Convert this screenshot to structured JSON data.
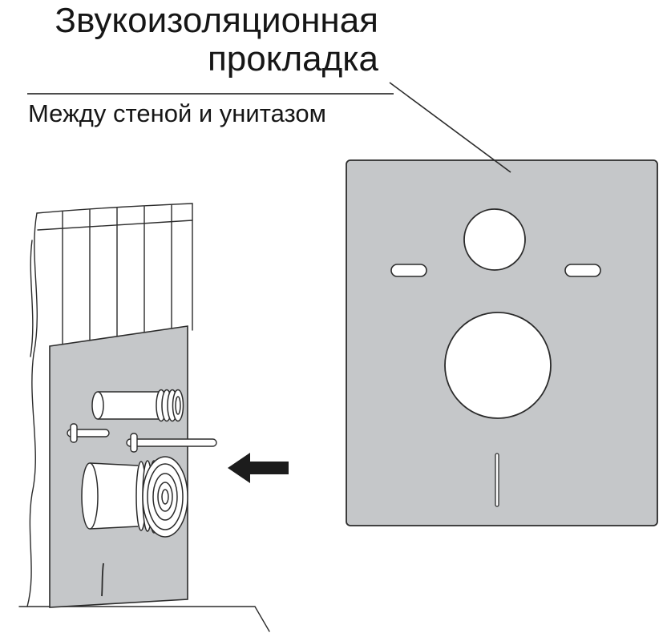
{
  "header": {
    "title_line1": "Звукоизоляционная",
    "title_line2": "прокладка",
    "subtitle": "Между стеной и унитазом"
  },
  "colors": {
    "panel_fill": "#c5c7c9",
    "hole_fill": "#ffffff",
    "line": "#2b2b2b",
    "arrow": "#1c1c1c",
    "background": "#ffffff"
  }
}
